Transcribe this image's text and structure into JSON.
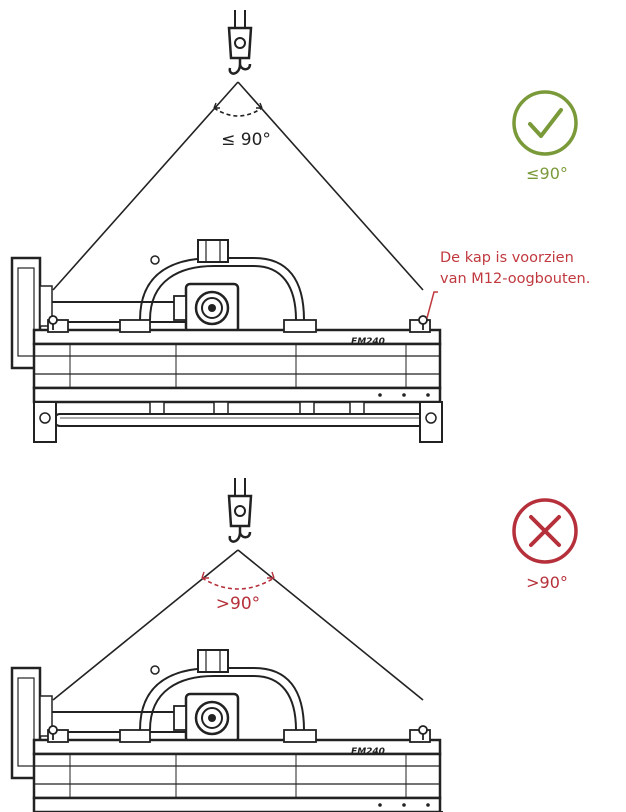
{
  "colors": {
    "line": "#222222",
    "ok": "#7a9a3a",
    "bad": "#b5303a",
    "note": "#c0393f"
  },
  "top_scene": {
    "angle_label": "≤ 90°",
    "status_icon": "check-circle-icon",
    "status_label": "≤90°"
  },
  "bottom_scene": {
    "angle_label": ">90°",
    "status_icon": "cross-circle-icon",
    "status_label": ">90°"
  },
  "annotation": {
    "line1": "De kap is voorzien",
    "line2": "van M12-oogbouten."
  },
  "machine": {
    "model_label": "FM240"
  }
}
